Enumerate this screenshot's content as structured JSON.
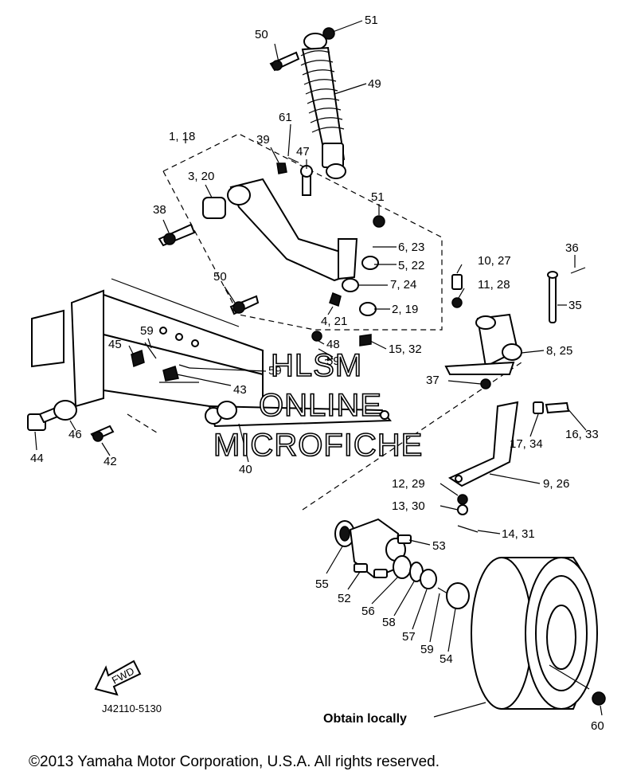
{
  "callouts": {
    "c51a": "51",
    "c50a": "50",
    "c49": "49",
    "c1_18": "1, 18",
    "c61": "61",
    "c39": "39",
    "c47": "47",
    "c3_20": "3, 20",
    "c38": "38",
    "c51b": "51",
    "c6_23": "6, 23",
    "c5_22": "5, 22",
    "c7_24": "7, 24",
    "c2_19": "2, 19",
    "c4_21": "4, 21",
    "c50b": "50",
    "c10_27": "10, 27",
    "c11_28": "11, 28",
    "c36": "36",
    "c35": "35",
    "c8_25": "8, 25",
    "c59a": "59",
    "c45": "45",
    "c48": "48",
    "c15_32": "15, 32",
    "c59b": "59",
    "c59c": "59",
    "c43": "43",
    "c37": "37",
    "c16_33": "16, 33",
    "c17_34": "17, 34",
    "c44": "44",
    "c46": "46",
    "c42": "42",
    "c40": "40",
    "c9_26": "9, 26",
    "c12_29": "12, 29",
    "c13_30": "13, 30",
    "c14_31": "14, 31",
    "c53": "53",
    "c55": "55",
    "c52": "52",
    "c56": "56",
    "c58": "58",
    "c57": "57",
    "c59d": "59",
    "c54": "54",
    "c60": "60"
  },
  "fwd_arrow": "FWD",
  "diagram_code": "J42110-5130",
  "obtain_note": "Obtain locally",
  "watermark": [
    "HLSM",
    "ONLINE",
    "MICROFICHE"
  ],
  "copyright": "©2013 Yamaha Motor Corporation, U.S.A. All rights reserved."
}
